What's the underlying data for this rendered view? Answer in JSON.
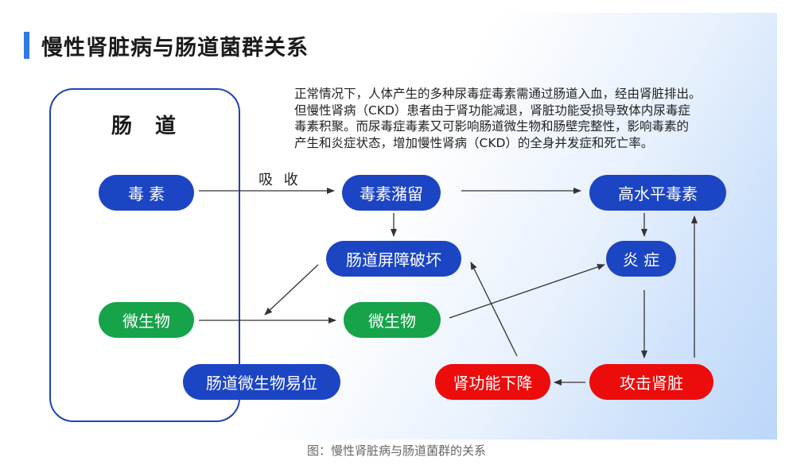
{
  "title": "慢性肾脏病与肠道菌群关系",
  "intro_lines": [
    "正常情况下，人体产生的多种尿毒症毒素需通过肠道入血，经由肾脏排出。",
    "但慢性肾病（CKD）患者由于肾功能减退，肾脏功能受损导致体内尿毒症",
    "毒素积聚。而尿毒症毒素又可影响肠道微生物和肠壁完整性，影响毒素的",
    "产生和炎症状态，增加慢性肾病（CKD）的全身并发症和死亡率。"
  ],
  "gut_label": "肠 道",
  "nodes": {
    "toxin": "毒 素",
    "toxin_retention": "毒素潴留",
    "high_toxin": "高水平毒素",
    "barrier_damage": "肠道屏障破坏",
    "inflammation": "炎 症",
    "microbe_gut": "微生物",
    "microbe": "微生物",
    "microbe_translocation": "肠道微生物易位",
    "kidney_decline": "肾功能下降",
    "attack_kidney": "攻击肾脏"
  },
  "edge_label_absorb": "吸 收",
  "caption": "图：慢性肾脏病与肠道菌群的关系",
  "colors": {
    "blue_node": "#1c45c4",
    "green_node": "#16a34a",
    "red_node": "#ec0c0c",
    "title_accent": "#2f7ae5",
    "arrow": "#333333"
  }
}
